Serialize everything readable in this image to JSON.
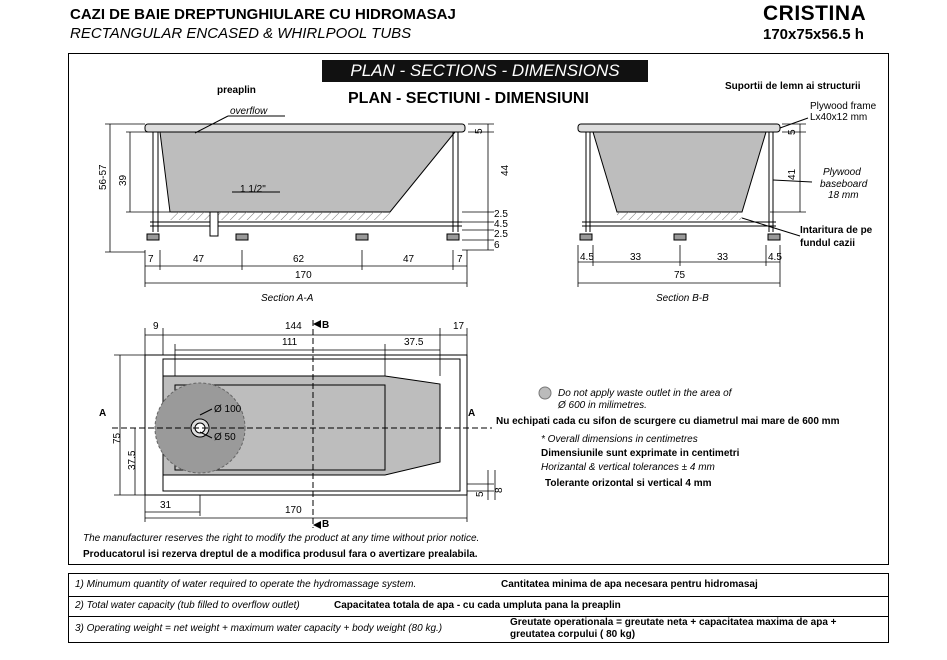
{
  "header": {
    "title_ro": "CAZI DE BAIE DREPTUNGHIULARE CU HIDROMASAJ",
    "title_en": "RECTANGULAR ENCASED & WHIRLPOOL TUBS",
    "model": "CRISTINA",
    "dimensions": "170x75x56.5 h"
  },
  "banner": {
    "en": "PLAN - SECTIONS - DIMENSIONS",
    "ro": "PLAN - SECTIUNI - DIMENSIUNI"
  },
  "section_aa": {
    "label_preaplin": "preaplin",
    "label_overflow": "overflow",
    "left_dims": [
      "56-57",
      "39"
    ],
    "right_dims": [
      "5",
      "44",
      "2.5",
      "4.5",
      "2.5",
      "6"
    ],
    "bottom_dims": [
      "7",
      "47",
      "62",
      "47",
      "7"
    ],
    "total": "170",
    "pipe_label": "1 1/2\"",
    "caption": "Section A-A"
  },
  "section_bb": {
    "label_supports": "Suportii de lemn ai structurii",
    "label_plywood_frame": "Plywood frame",
    "label_plywood_size": "Lx40x12 mm",
    "label_baseboard_1": "Plywood",
    "label_baseboard_2": "baseboard",
    "label_baseboard_3": "18 mm",
    "label_reinforce_1": "Intaritura de pe",
    "label_reinforce_2": "fundul cazii",
    "right_dims": [
      "5",
      "41"
    ],
    "bottom_dims": [
      "4.5",
      "33",
      "33",
      "4.5"
    ],
    "total": "75",
    "caption": "Section B-B"
  },
  "plan": {
    "top_dims": [
      "9",
      "144",
      "17"
    ],
    "inner_dims": [
      "111",
      "37.5"
    ],
    "left_dims": [
      "75",
      "37.5"
    ],
    "right_dims": [
      "5",
      "8"
    ],
    "bottom_dims": [
      "31",
      "170"
    ],
    "marker_b": "B",
    "marker_a": "A",
    "d100": "Ø 100",
    "d50": "Ø 50"
  },
  "notes": {
    "waste_en_1": "Do not apply waste outlet in the area of",
    "waste_en_2": "Ø 600 in milimetres.",
    "waste_ro": "Nu echipati cada cu sifon de scurgere cu diametrul mai mare de 600 mm",
    "dims_en": "* Overall dimensions in centimetres",
    "dims_ro": "Dimensiunile sunt exprimate in centimetri",
    "tol_en": "Horizantal & vertical tolerances ± 4 mm",
    "tol_ro": "Tolerante orizontal si vertical 4 mm",
    "reserve_en": "The manufacturer reserves the right to modify the product at any time without prior notice.",
    "reserve_ro": "Producatorul isi rezerva dreptul de a modifica produsul fara o avertizare prealabila."
  },
  "footnotes": [
    {
      "en": "1) Minumum quantity of water required to operate the hydromassage system.",
      "ro": "Cantitatea minima de apa necesara pentru hidromasaj"
    },
    {
      "en": "2) Total water capacity (tub filled to overflow outlet)",
      "ro": "Capacitatea totala de apa - cu cada umpluta pana la preaplin"
    },
    {
      "en": "3) Operating weight = net weight + maximum water capacity + body weight (80 kg.)",
      "ro": "Greutate operationala = greutate neta + capacitatea maxima de apa + greutatea corpului ( 80 kg)"
    }
  ]
}
